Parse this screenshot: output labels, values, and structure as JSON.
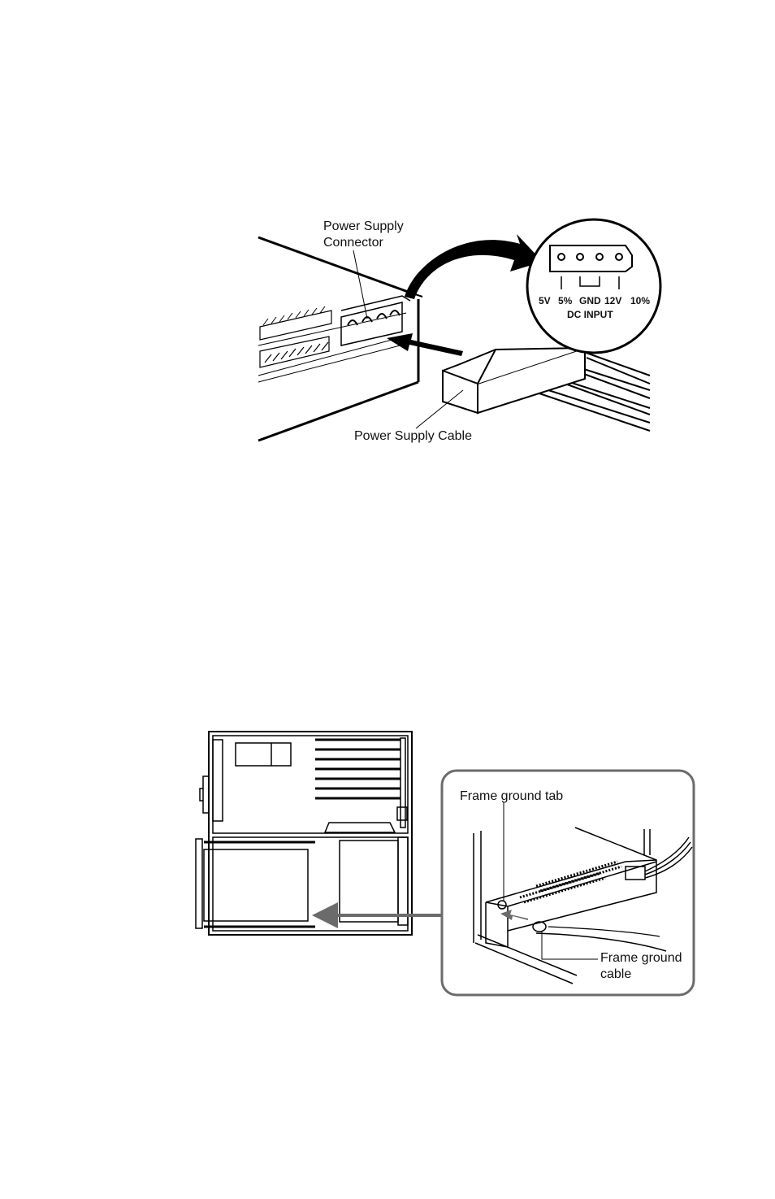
{
  "figure1": {
    "label_connector_line1": "Power Supply",
    "label_connector_line2": "Connector",
    "label_cable": "Power Supply Cable",
    "pins": {
      "v5": "5V",
      "pct5": "5%",
      "gnd": "GND",
      "v12": "12V",
      "pct10": "10%",
      "dc_input": "DC INPUT"
    }
  },
  "figure2": {
    "label_tab": "Frame ground tab",
    "label_cable_line1": "Frame ground",
    "label_cable_line2": "cable"
  }
}
